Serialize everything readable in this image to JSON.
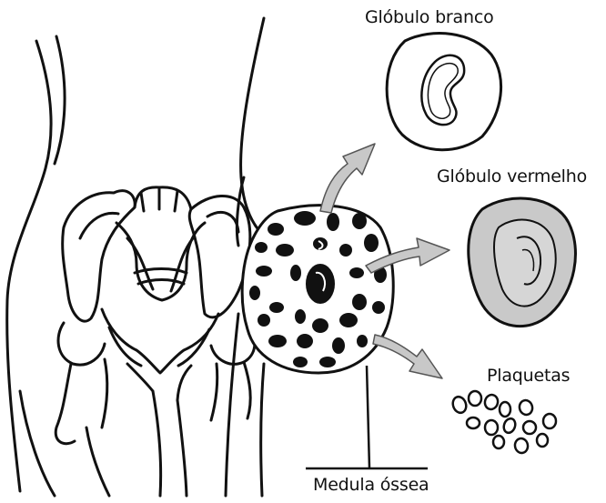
{
  "labels": {
    "white_cell": "Glóbulo branco",
    "red_cell": "Glóbulo vermelho",
    "platelets": "Plaquetas",
    "bone_marrow": "Medula óssea"
  },
  "colors": {
    "ink": "#111111",
    "arrow_fill": "#c8c8c8",
    "red_cell_fill": "#c9c9c9",
    "marrow_spot": "#111111",
    "background": "#ffffff"
  }
}
